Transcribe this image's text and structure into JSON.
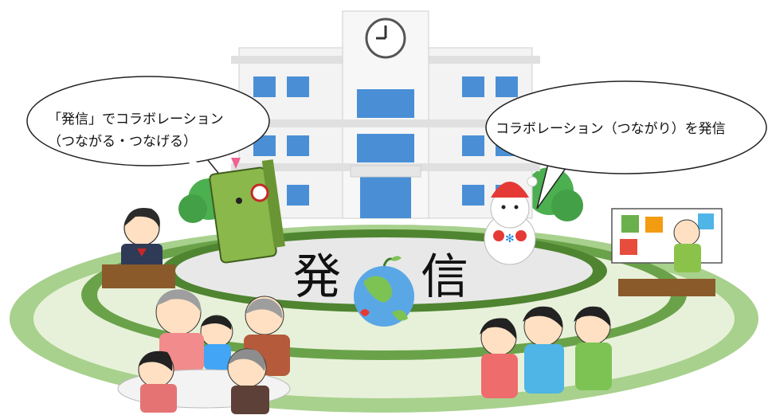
{
  "speech_left": {
    "line1": "「発信」でコラボレーション",
    "line2": "（つながる・つなげる）"
  },
  "speech_right": {
    "line1": "コラボレーション（つながり）を発信"
  },
  "center": {
    "left_char": "発",
    "right_char": "信"
  },
  "colors": {
    "ring_outer": "#a8d18d",
    "ring_middle": "#5a8f3a",
    "ring_inner_fill": "#e8e8e8",
    "building": "#f3f3f3",
    "window": "#4a8fd6",
    "tree": "#4caf50"
  },
  "icons": {
    "clock": "clock-icon",
    "book_mascot": "book-character-icon",
    "snowman_mascot": "snowman-icon",
    "earth_mascot": "earth-character-icon"
  }
}
